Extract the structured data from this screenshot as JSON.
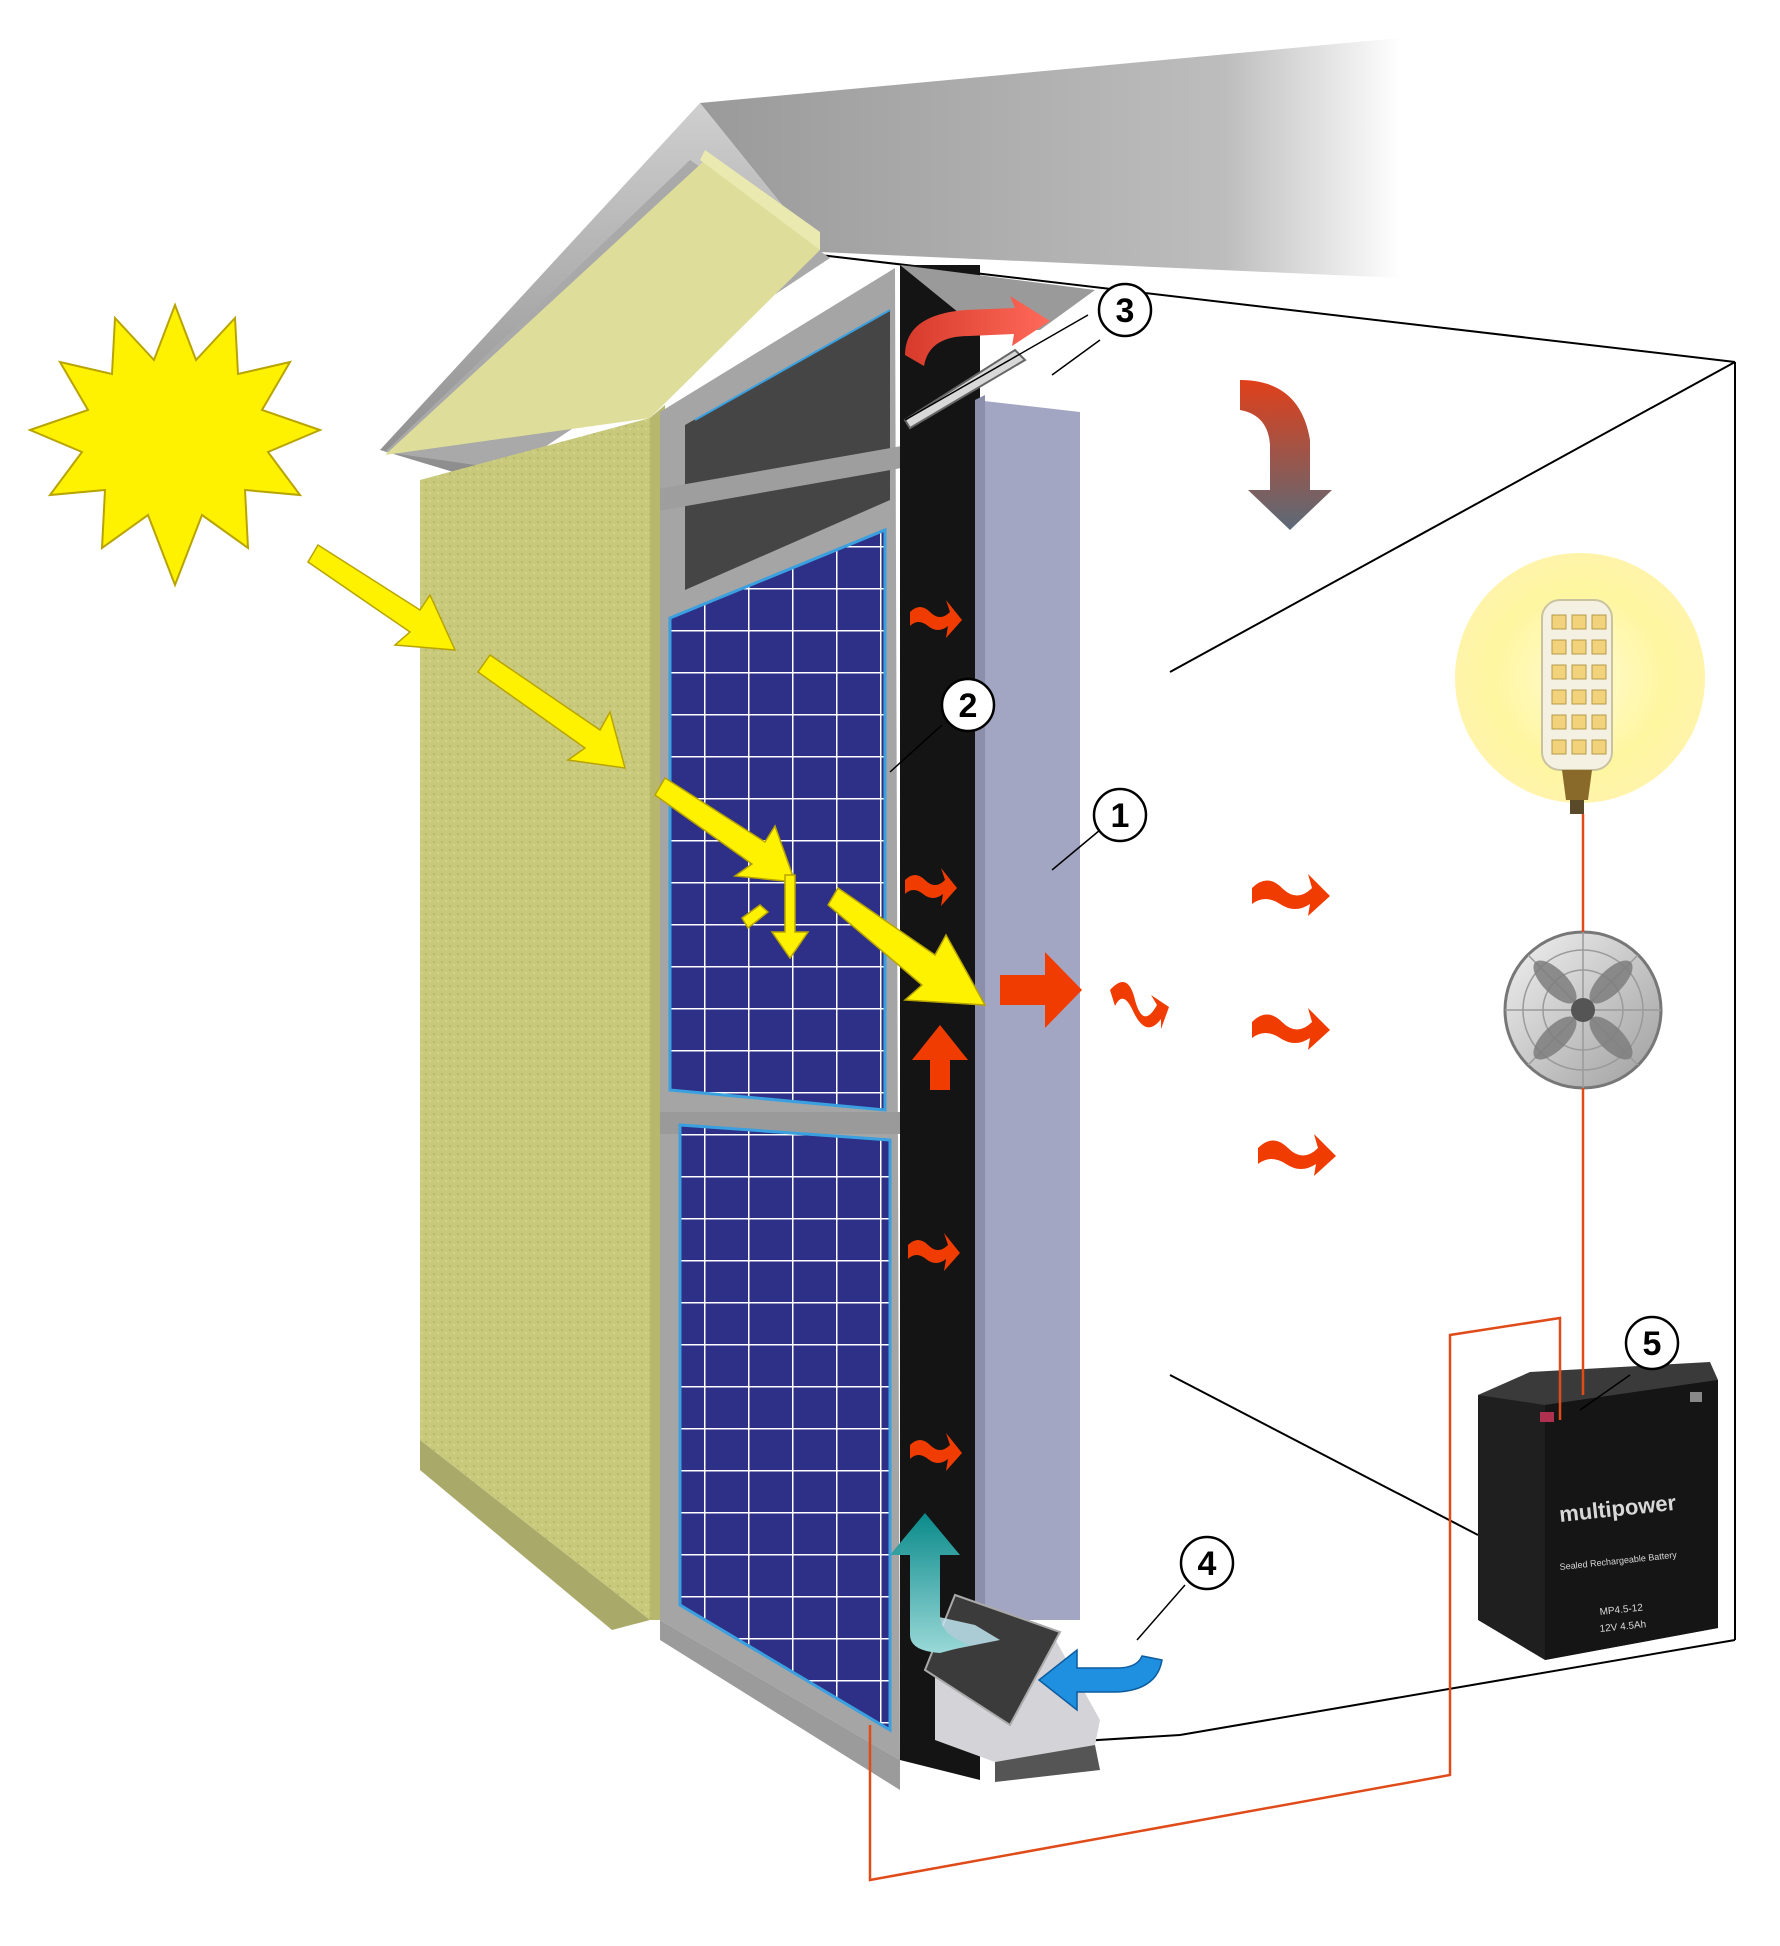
{
  "callouts": [
    {
      "id": "1",
      "label": "1"
    },
    {
      "id": "2",
      "label": "2"
    },
    {
      "id": "3",
      "label": "3"
    },
    {
      "id": "4",
      "label": "4"
    },
    {
      "id": "5",
      "label": "5"
    }
  ],
  "battery": {
    "brand": "multipower",
    "line1": "Sealed Rechargeable Battery",
    "line2": "MP4.5-12",
    "line3": "12V 4.5Ah"
  },
  "colors": {
    "sun": "#fff200",
    "insulation": "#c8c87a",
    "pv_panel": "#2e2f86",
    "air_gap": "#141414",
    "absorber": "#a3a6c3",
    "heat_arrow": "#f03c00",
    "cold_air_arrow": "#1f8fe0",
    "wire": "#e04b1a"
  },
  "icons": [
    "sun-icon",
    "bulb-icon",
    "fan-icon",
    "battery-icon"
  ]
}
